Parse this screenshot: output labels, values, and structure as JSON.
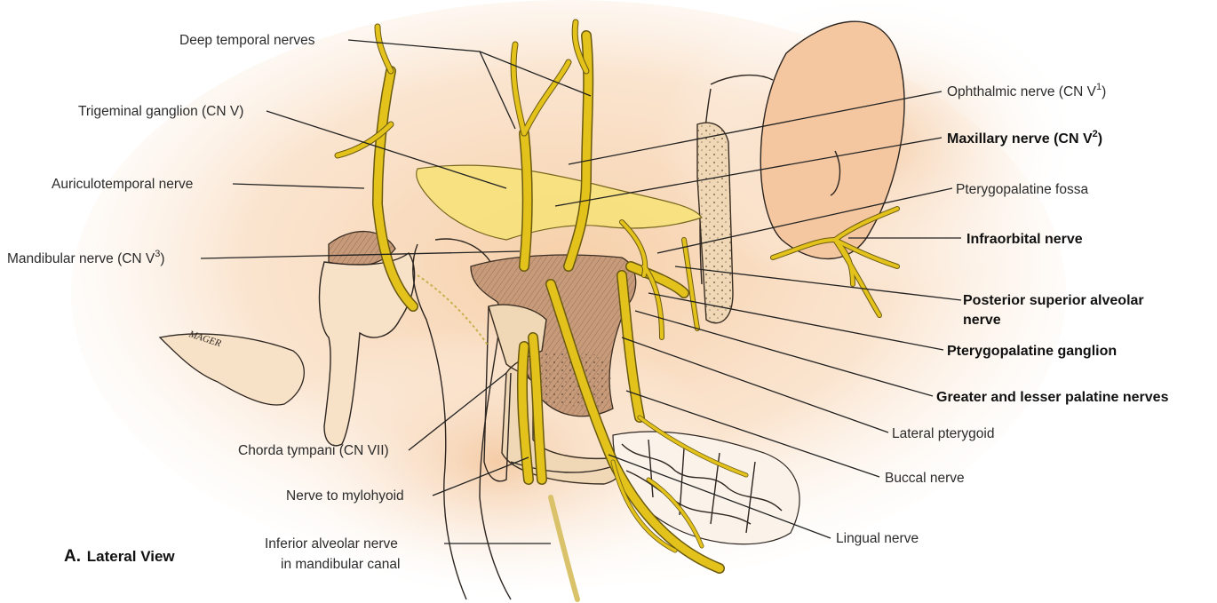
{
  "figure": {
    "caption_letter": "A.",
    "caption_text": "Lateral View"
  },
  "labels": {
    "deep_temporal": "Deep temporal nerves",
    "trigeminal_ganglion": "Trigeminal ganglion (CN V)",
    "auriculotemporal": "Auriculotemporal nerve",
    "mandibular": "Mandibular nerve (CN V",
    "mandibular_sup": "3",
    "ophthalmic": "Ophthalmic nerve (CN V",
    "ophthalmic_sup": "1",
    "maxillary": "Maxillary nerve (CN V",
    "maxillary_sup": "2",
    "pterygopalatine_fossa": "Pterygopalatine fossa",
    "infraorbital": "Infraorbital nerve",
    "posterior_superior_alveolar_1": "Posterior superior alveolar",
    "posterior_superior_alveolar_2": "nerve",
    "pterygopalatine_ganglion": "Pterygopalatine ganglion",
    "palatine_nerves": "Greater and lesser palatine nerves",
    "lateral_pterygoid": "Lateral pterygoid",
    "buccal": "Buccal nerve",
    "lingual": "Lingual nerve",
    "chorda_tympani": "Chorda tympani (CN VII)",
    "mylohyoid": "Nerve to mylohyoid",
    "inferior_alveolar_1": "Inferior alveolar nerve",
    "inferior_alveolar_2": "in mandibular canal",
    "signature": "MAGER"
  },
  "colors": {
    "nerve": "#e3c21c",
    "background_wash": "#f7d3b0",
    "bone": "#f0d8b6",
    "muscle": "#c79a7a"
  }
}
